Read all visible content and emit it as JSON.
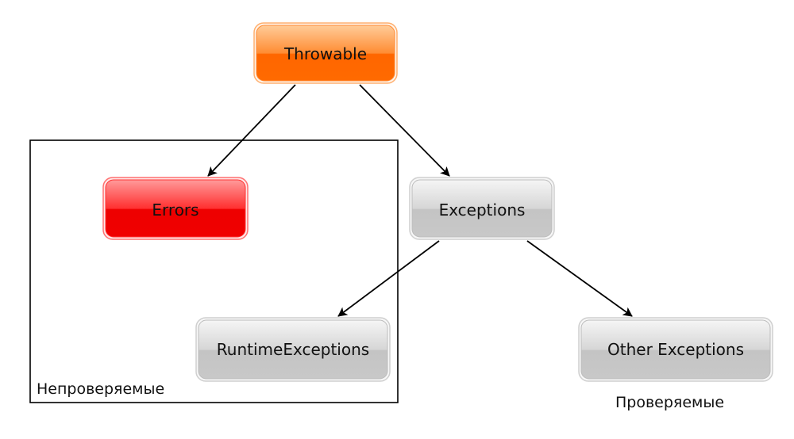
{
  "nodes": {
    "throwable": {
      "label": "Throwable",
      "color": "#ff6600"
    },
    "errors": {
      "label": "Errors",
      "color": "#ee0000"
    },
    "exceptions": {
      "label": "Exceptions",
      "color": "#c8c8c8"
    },
    "runtime_exceptions": {
      "label": "RuntimeExceptions",
      "color": "#c8c8c8"
    },
    "other_exceptions": {
      "label": "Other Exceptions",
      "color": "#c8c8c8"
    }
  },
  "groups": {
    "unchecked_label": "Непроверяемые",
    "checked_label": "Проверяемые"
  },
  "edges": [
    {
      "from": "Throwable",
      "to": "Errors"
    },
    {
      "from": "Throwable",
      "to": "Exceptions"
    },
    {
      "from": "Exceptions",
      "to": "RuntimeExceptions"
    },
    {
      "from": "Exceptions",
      "to": "Other Exceptions"
    }
  ]
}
